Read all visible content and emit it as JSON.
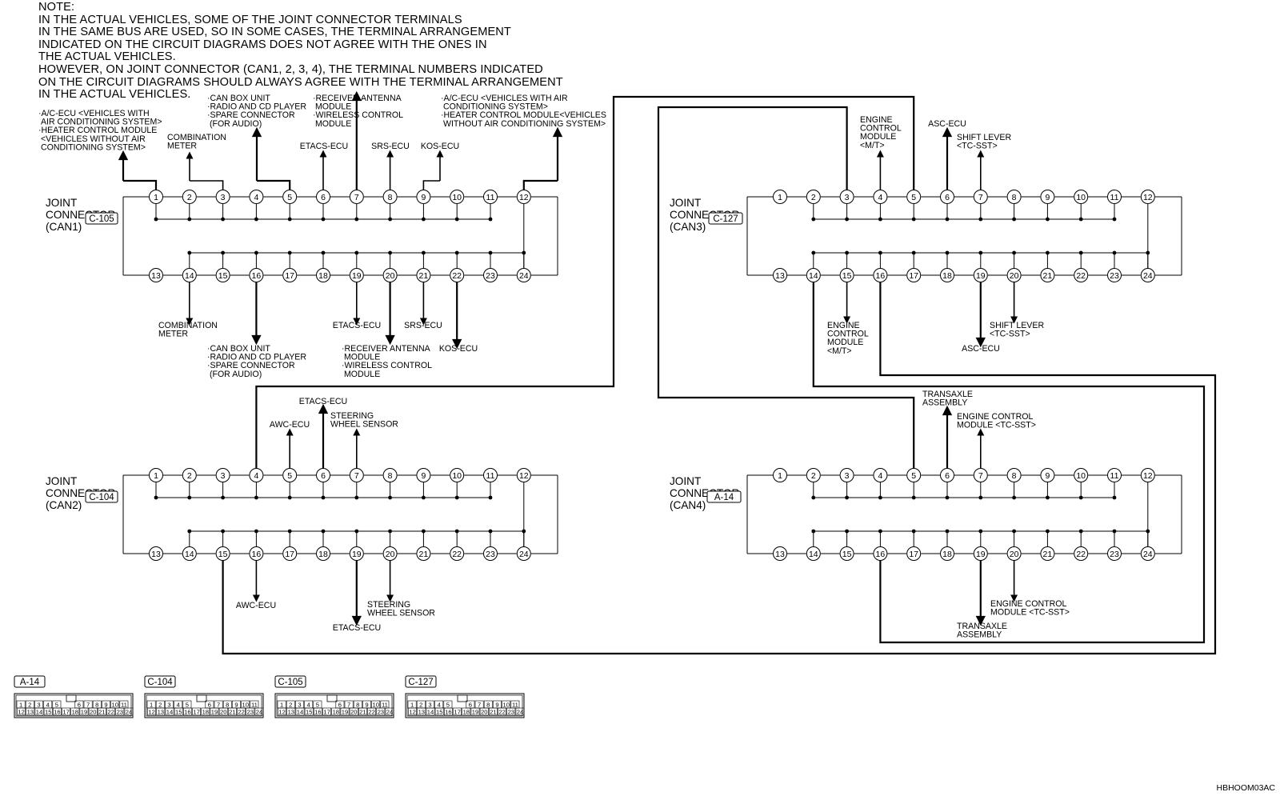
{
  "note": {
    "lines": [
      "NOTE:",
      "IN THE ACTUAL VEHICLES, SOME OF THE JOINT CONNECTOR TERMINALS",
      "IN THE SAME BUS ARE USED, SO IN SOME CASES, THE TERMINAL ARRANGEMENT",
      "INDICATED ON THE CIRCUIT DIAGRAMS DOES NOT AGREE WITH THE ONES IN",
      "THE ACTUAL VEHICLES.",
      "HOWEVER, ON JOINT CONNECTOR (CAN1, 2, 3, 4), THE TERMINAL NUMBERS INDICATED",
      "ON THE CIRCUIT DIAGRAMS SHOULD ALWAYS AGREE WITH THE TERMINAL ARRANGEMENT",
      "IN THE ACTUAL VEHICLES."
    ]
  },
  "connectors": [
    {
      "id": "can1",
      "title_lines": [
        "JOINT",
        "CONNECTOR"
      ],
      "name": "(CAN1)",
      "code": "C-105"
    },
    {
      "id": "can2",
      "title_lines": [
        "JOINT",
        "CONNECTOR"
      ],
      "name": "(CAN2)",
      "code": "C-104"
    },
    {
      "id": "can3",
      "title_lines": [
        "JOINT",
        "CONNECTOR"
      ],
      "name": "(CAN3)",
      "code": "C-127"
    },
    {
      "id": "can4",
      "title_lines": [
        "JOINT",
        "CONNECTOR"
      ],
      "name": "(CAN4)",
      "code": "A-14"
    }
  ],
  "terminals_top": [
    "1",
    "2",
    "3",
    "4",
    "5",
    "6",
    "7",
    "8",
    "9",
    "10",
    "11",
    "12"
  ],
  "terminals_bottom": [
    "13",
    "14",
    "15",
    "16",
    "17",
    "18",
    "19",
    "20",
    "21",
    "22",
    "23",
    "24"
  ],
  "labels": {
    "can1": {
      "t1": [
        "·A/C-ECU <VEHICLES WITH",
        " AIR CONDITIONING SYSTEM>",
        "·HEATER CONTROL MODULE",
        " <VEHICLES WITHOUT AIR",
        " CONDITIONING SYSTEM>"
      ],
      "t2": [
        "COMBINATION",
        "METER"
      ],
      "t4": [
        "·CAN BOX UNIT",
        "·RADIO AND CD PLAYER",
        "·SPARE CONNECTOR",
        " (FOR AUDIO)"
      ],
      "t6": [
        "ETACS-ECU"
      ],
      "t7": [
        "·RECEIVER ANTENNA",
        " MODULE",
        "·WIRELESS CONTROL",
        " MODULE"
      ],
      "t8": [
        "SRS-ECU"
      ],
      "t9": [
        "KOS-ECU"
      ],
      "t12": [
        "·A/C-ECU <VEHICLES WITH AIR",
        " CONDITIONING SYSTEM>",
        "·HEATER CONTROL MODULE<VEHICLES",
        " WITHOUT AIR CONDITIONING SYSTEM>"
      ],
      "t14": [
        "COMBINATION",
        "METER"
      ],
      "t16": [
        "·CAN BOX UNIT",
        "·RADIO AND CD PLAYER",
        "·SPARE CONNECTOR",
        " (FOR AUDIO)"
      ],
      "t19": [
        "ETACS-ECU"
      ],
      "t20": [
        "·RECEIVER ANTENNA",
        " MODULE",
        "·WIRELESS CONTROL",
        " MODULE"
      ],
      "t21": [
        "SRS-ECU"
      ],
      "t22": [
        "KOS-ECU"
      ]
    },
    "can2": {
      "t5": [
        "AWC-ECU"
      ],
      "t6": [
        "ETACS-ECU"
      ],
      "t7": [
        "STEERING",
        "WHEEL SENSOR"
      ],
      "t16": [
        "AWC-ECU"
      ],
      "t19": [
        "ETACS-ECU"
      ],
      "t20": [
        "STEERING",
        "WHEEL SENSOR"
      ]
    },
    "can3": {
      "t4": [
        "ENGINE",
        "CONTROL",
        "MODULE",
        "<M/T>"
      ],
      "t6": [
        "ASC-ECU"
      ],
      "t7": [
        "SHIFT LEVER",
        "<TC-SST>"
      ],
      "t15": [
        "ENGINE",
        "CONTROL",
        "MODULE",
        "<M/T>"
      ],
      "t19": [
        "ASC-ECU"
      ],
      "t20": [
        "SHIFT LEVER",
        "<TC-SST>"
      ]
    },
    "can4": {
      "t6": [
        "TRANSAXLE",
        "ASSEMBLY"
      ],
      "t7": [
        "ENGINE CONTROL",
        "MODULE <TC-SST>"
      ],
      "t19": [
        "TRANSAXLE",
        "ASSEMBLY"
      ],
      "t20": [
        "ENGINE CONTROL",
        "MODULE <TC-SST>"
      ]
    }
  },
  "face_views": [
    {
      "code": "A-14",
      "top": [
        "1",
        "2",
        "3",
        "4",
        "5",
        "6",
        "7",
        "8",
        "9",
        "10",
        "11"
      ],
      "bottom": [
        "12",
        "13",
        "14",
        "15",
        "16",
        "17",
        "18",
        "19",
        "20",
        "21",
        "22",
        "23",
        "24"
      ]
    },
    {
      "code": "C-104",
      "top": [
        "1",
        "2",
        "3",
        "4",
        "5",
        "6",
        "7",
        "8",
        "9",
        "10",
        "11"
      ],
      "bottom": [
        "12",
        "13",
        "14",
        "15",
        "16",
        "17",
        "18",
        "19",
        "20",
        "21",
        "22",
        "23",
        "24"
      ]
    },
    {
      "code": "C-105",
      "top": [
        "1",
        "2",
        "3",
        "4",
        "5",
        "6",
        "7",
        "8",
        "9",
        "10",
        "11"
      ],
      "bottom": [
        "12",
        "13",
        "14",
        "15",
        "16",
        "17",
        "18",
        "19",
        "20",
        "21",
        "22",
        "23",
        "24"
      ]
    },
    {
      "code": "C-127",
      "top": [
        "1",
        "2",
        "3",
        "4",
        "5",
        "6",
        "7",
        "8",
        "9",
        "10",
        "11"
      ],
      "bottom": [
        "12",
        "13",
        "14",
        "15",
        "16",
        "17",
        "18",
        "19",
        "20",
        "21",
        "22",
        "23",
        "24"
      ]
    }
  ],
  "footer_code": "HBHOOM03AC"
}
